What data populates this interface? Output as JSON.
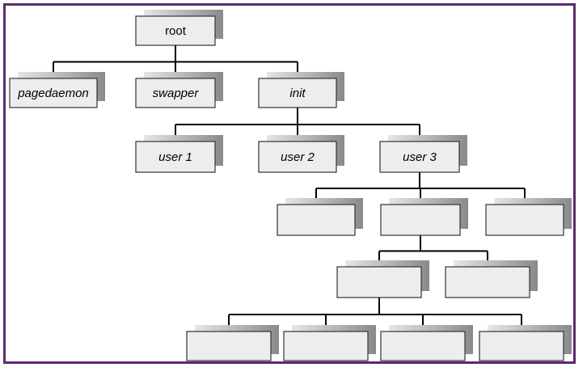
{
  "colors": {
    "frame": "#5c2a6b",
    "box_fill": "#ededed",
    "box_stroke": "#333333",
    "shadow_dark": "#8a8a8a",
    "shadow_light": "#e6e6e6",
    "line": "#000000"
  },
  "nodes": [
    {
      "id": "root",
      "label": "root",
      "italic": false
    },
    {
      "id": "pagedaemon",
      "label": "pagedaemon",
      "italic": true
    },
    {
      "id": "swapper",
      "label": "swapper",
      "italic": true
    },
    {
      "id": "init",
      "label": "init",
      "italic": true
    },
    {
      "id": "user1",
      "label": "user 1",
      "italic": true
    },
    {
      "id": "user2",
      "label": "user 2",
      "italic": true
    },
    {
      "id": "user3",
      "label": "user 3",
      "italic": true
    },
    {
      "id": "u3a",
      "label": "",
      "italic": false
    },
    {
      "id": "u3b",
      "label": "",
      "italic": false
    },
    {
      "id": "u3c",
      "label": "",
      "italic": false
    },
    {
      "id": "u3b1",
      "label": "",
      "italic": false
    },
    {
      "id": "u3b2",
      "label": "",
      "italic": false
    },
    {
      "id": "u3b1a",
      "label": "",
      "italic": false
    },
    {
      "id": "u3b1b",
      "label": "",
      "italic": false
    },
    {
      "id": "u3b1c",
      "label": "",
      "italic": false
    },
    {
      "id": "u3b1d",
      "label": "",
      "italic": false
    }
  ],
  "edges": [
    [
      "root",
      "pagedaemon"
    ],
    [
      "root",
      "swapper"
    ],
    [
      "root",
      "init"
    ],
    [
      "init",
      "user1"
    ],
    [
      "init",
      "user2"
    ],
    [
      "init",
      "user3"
    ],
    [
      "user3",
      "u3a"
    ],
    [
      "user3",
      "u3b"
    ],
    [
      "user3",
      "u3c"
    ],
    [
      "u3b",
      "u3b1"
    ],
    [
      "u3b",
      "u3b2"
    ],
    [
      "u3b1",
      "u3b1a"
    ],
    [
      "u3b1",
      "u3b1b"
    ],
    [
      "u3b1",
      "u3b1c"
    ],
    [
      "u3b1",
      "u3b1d"
    ]
  ]
}
